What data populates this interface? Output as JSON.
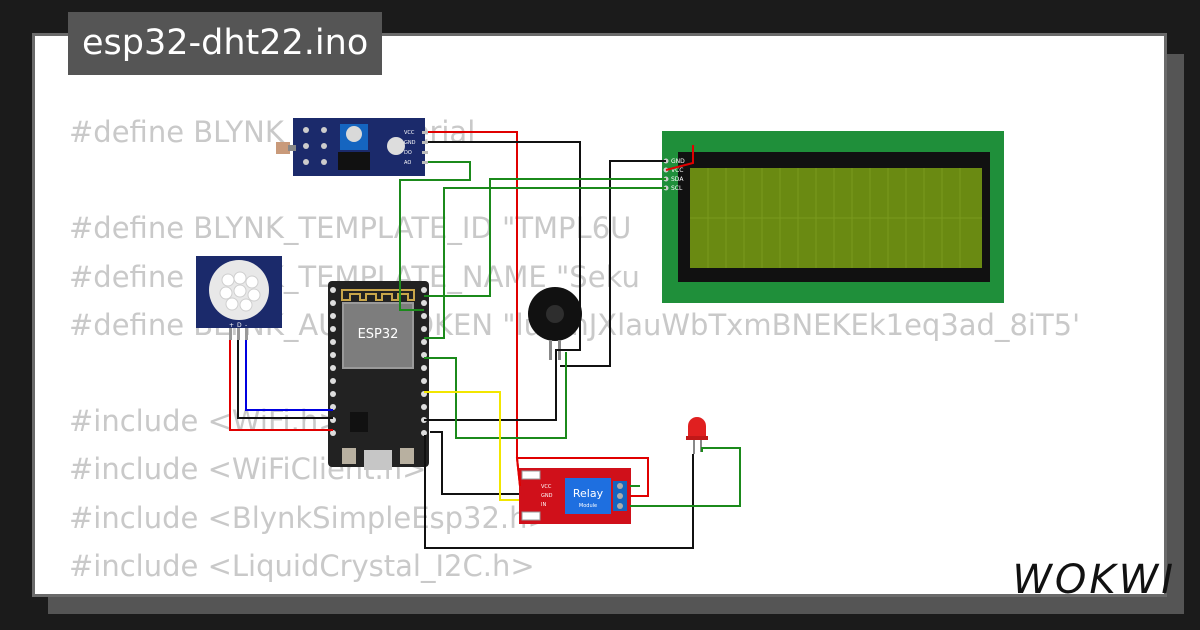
{
  "title": "esp32-dht22.ino",
  "code_lines": [
    "#define BLYNK_PRINT Serial",
    "",
    "#define BLYNK_TEMPLATE_ID \"TMPL6U",
    "#define BLYNK_TEMPLATE_NAME \"Seku",
    "#define BLYNK_AUTH_TOKEN \"lu8mJXlauWbTxmBNEKEk1eq3ad_8iT5'",
    "",
    "#include <WiFi.h>",
    "#include <WiFiClient.h>",
    "#include <BlynkSimpleEsp32.h>",
    "#include <LiquidCrystal_I2C.h>"
  ],
  "logo": "WOKWI",
  "components": {
    "esp32_label": "ESP32",
    "relay_label": "Relay",
    "relay_sub": "Module",
    "relay_pins": [
      "VCC",
      "GND",
      "IN"
    ],
    "lcd_pins": [
      "GND",
      "VCC",
      "SDA",
      "SCL"
    ],
    "ldr_pins": [
      "VCC",
      "GND",
      "DO",
      "AO"
    ],
    "pir_pins": [
      "+",
      "D",
      "-"
    ]
  },
  "colors": {
    "wire_red": "#e00000",
    "wire_black": "#111111",
    "wire_green": "#1b8a1b",
    "wire_blue": "#0000e0",
    "wire_yellow": "#f2e600",
    "lcd_board": "#1f8f3a",
    "lcd_screen": "#6a8a12",
    "esp32_board": "#222222",
    "relay_board": "#d0101a",
    "ldr_board": "#1b2a6b"
  }
}
